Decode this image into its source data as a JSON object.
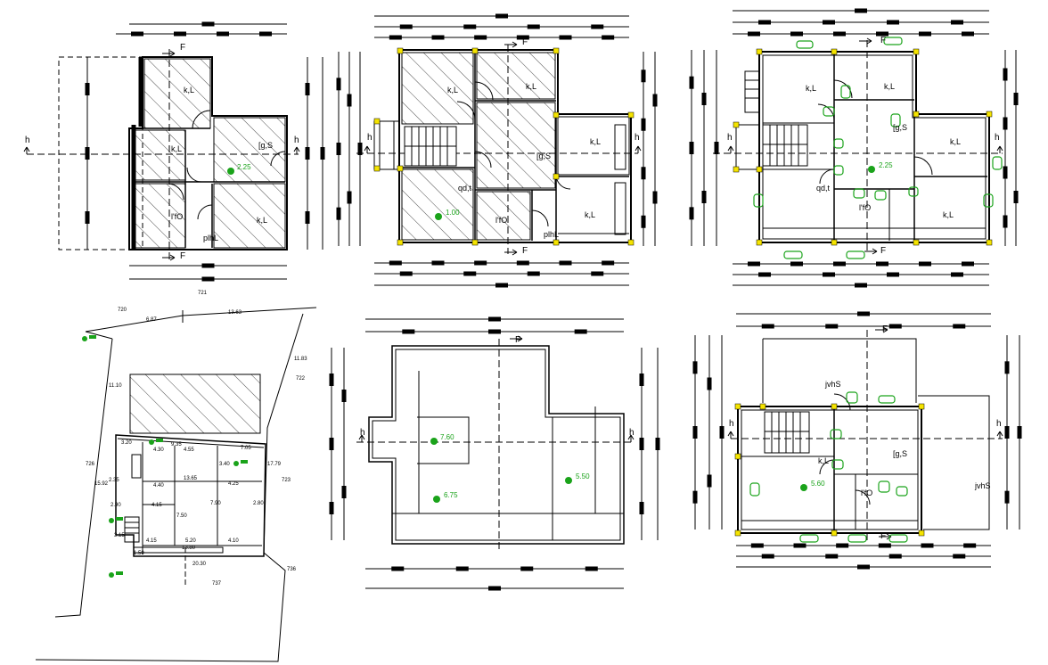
{
  "drawing": {
    "section_marker": "F",
    "axis_marker": "h",
    "colors": {
      "line": "#000000",
      "level": "#1aa31a",
      "column": "#f5e400",
      "hatch": "#000000"
    }
  },
  "plans": {
    "p1": {
      "rooms": [
        "k,L",
        "k,L",
        "[g,S",
        "l'fO",
        "k,L",
        "plhL"
      ],
      "level": "2.25",
      "bottom_label": "721"
    },
    "p2": {
      "rooms": [
        "k,L",
        "k,L",
        "k,L",
        "[g,S",
        "qd,t",
        "l'fO",
        "k,L",
        "plhL"
      ],
      "level": "1.00"
    },
    "p3": {
      "rooms": [
        "k,L",
        "k,L",
        "[g,S",
        "k,L",
        "qd,t",
        "l'fO",
        "k,L"
      ],
      "level": "2.25"
    },
    "p4": {
      "edges": [
        "720",
        "6.87",
        "13.63",
        "11.83",
        "722",
        "11.10",
        "723",
        "17.79",
        "726",
        "15.92",
        "20.30",
        "737",
        "736"
      ],
      "dims": [
        "3.20",
        "4.30",
        "9.35",
        "4.55",
        "3.40",
        "7.05",
        "4.25",
        "4.40",
        "13.65",
        "2.35",
        "2.90",
        "4.15",
        "7.50",
        "7.90",
        "2.80",
        "3.15",
        "4.15",
        "5.20",
        "4.10",
        "1.50",
        "13.80"
      ]
    },
    "p5": {
      "levels": [
        "7.60",
        "6.75",
        "5.50"
      ]
    },
    "p6": {
      "rooms": [
        "jvhS",
        "[g,S",
        "k,L",
        "l'fO",
        "jvhS"
      ],
      "level": "5.60"
    }
  }
}
